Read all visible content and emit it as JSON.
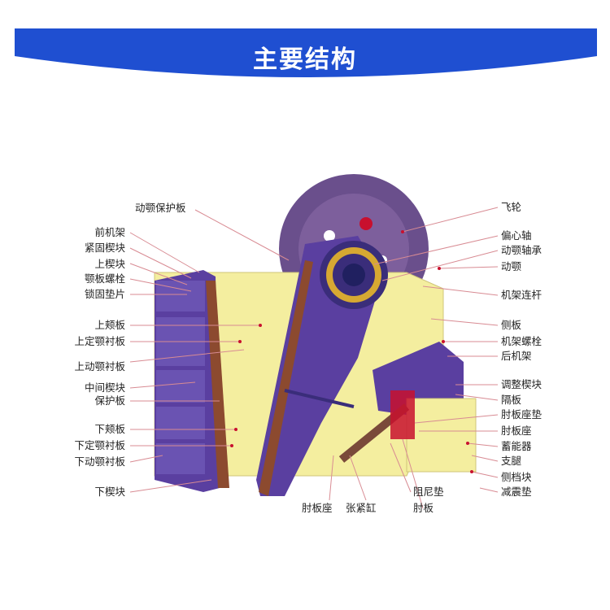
{
  "header": {
    "title": "主要结构",
    "color": "#1f4fd1"
  },
  "colors": {
    "frame": "#f4ee9f",
    "jaw": "#5a3fa0",
    "dark": "#3a2d7a",
    "wheel": "#6a4f8c",
    "line": "#d88b93",
    "accent": "#c8102e"
  },
  "labels_left": [
    "前机架",
    "紧固楔块",
    "上楔块",
    "颚板螺栓",
    "锁固垫片",
    "上颊板",
    "上定颚衬板",
    "上动颚衬板",
    "中间楔块",
    "保护板",
    "下颊板",
    "下定颚衬板",
    "下动颚衬板",
    "下楔块"
  ],
  "labels_top": [
    "动颚保护板"
  ],
  "labels_right": [
    "飞轮",
    "偏心轴",
    "动颚轴承",
    "动颚",
    "机架连杆",
    "侧板",
    "机架螺栓",
    "后机架",
    "调整楔块",
    "隔板",
    "肘板座垫",
    "肘板座",
    "蓄能器",
    "支腿",
    "侧档块",
    "减震垫"
  ],
  "labels_bottom": [
    "肘板座",
    "张紧缸",
    "阻尼垫",
    "肘板"
  ]
}
